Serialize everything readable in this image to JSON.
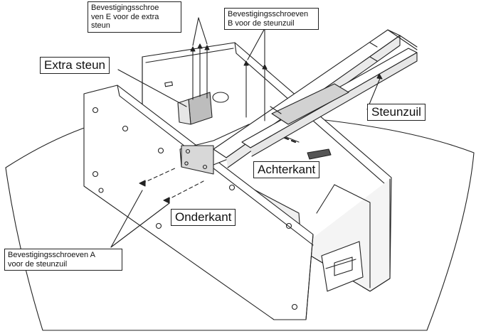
{
  "labels": {
    "screws_e": [
      "Bevestigingsschroe",
      "ven E voor de extra",
      "steun"
    ],
    "screws_b": [
      "Bevestigingsschroeven",
      "B voor de steunzuil"
    ],
    "screws_a": [
      "Bevestigingsschroeven A",
      "voor de steunzuil"
    ],
    "extra_steun": "Extra steun",
    "steunzuil": "Steunzuil",
    "achterkant": "Achterkant",
    "onderkant": "Onderkant"
  },
  "colors": {
    "line": "#222222",
    "shade": "#cfcfcf",
    "dark_shade": "#9a9a9a",
    "paper": "#ffffff"
  }
}
